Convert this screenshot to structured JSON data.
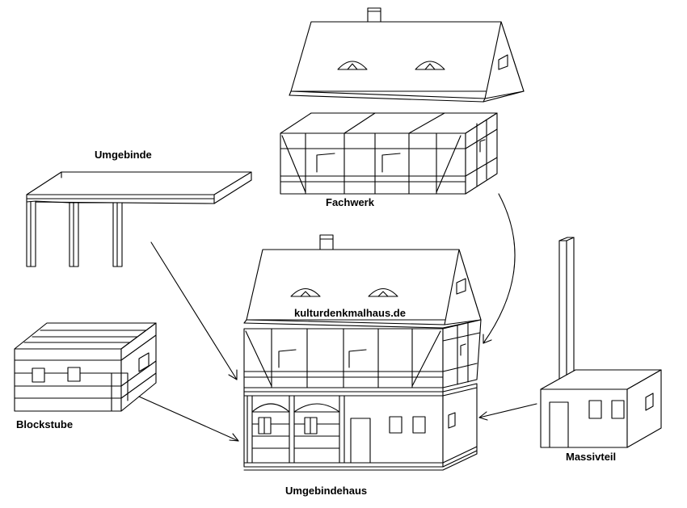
{
  "labels": {
    "umgebinde": "Umgebinde",
    "fachwerk": "Fachwerk",
    "blockstube": "Blockstube",
    "massivteil": "Massivteil",
    "umgebindehaus": "Umgebindehaus",
    "watermark": "kulturdenkmalhaus.de"
  },
  "colors": {
    "ink": "#000000",
    "background": "#ffffff"
  }
}
